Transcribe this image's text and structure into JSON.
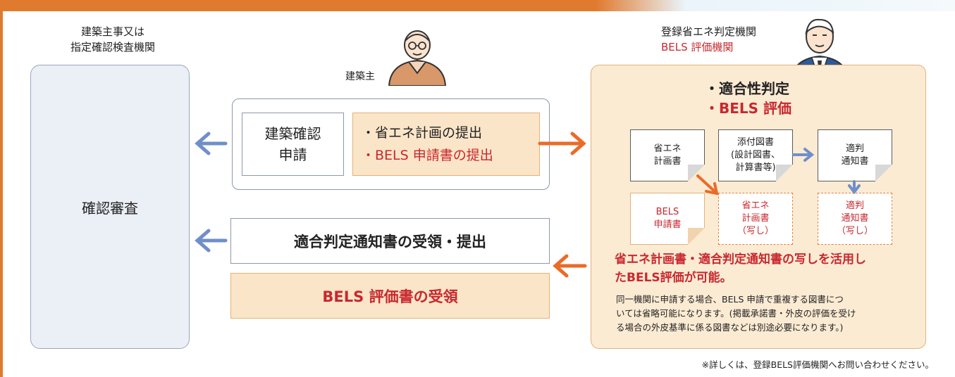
{
  "colors": {
    "orange": "#e07a2e",
    "red": "#c8282f",
    "blue_arrow": "#6f8fc9",
    "orange_arrow": "#ea6b28"
  },
  "left": {
    "heading_line1": "建築主事又は",
    "heading_line2": "指定確認検査機関",
    "box_label": "確認審査"
  },
  "owner": {
    "label": "建築主",
    "avatar_icon": "elderly-man-glasses-icon"
  },
  "middle": {
    "apply_line1": "建築確認",
    "apply_line2": "申請",
    "submit_line1": "・省エネ計画の提出",
    "submit_line2": "・BELS 申請書の提出",
    "receive": "適合判定通知書の受領・提出",
    "bels_receive": "BELS 評価書の受領"
  },
  "right": {
    "heading_line1": "登録省エネ判定機関",
    "heading_line2": "BELS 評価機関",
    "evaluator_icon": "businessman-icon",
    "title_line1": "・適合性判定",
    "title_line2": "・BELS 評価",
    "docs": {
      "energy_plan": [
        "省エネ",
        "計画書"
      ],
      "attached": [
        "添付図書",
        "(設計図書、",
        "計算書等)"
      ],
      "notice": [
        "適判",
        "通知書"
      ],
      "bels_app": [
        "BELS",
        "申請書"
      ],
      "energy_copy": [
        "省エネ",
        "計画書",
        "（写し）"
      ],
      "notice_copy": [
        "適判",
        "通知書",
        "（写し）"
      ]
    },
    "highlight_line1": "省エネ計画書・適合判定通知書の写しを活用し",
    "highlight_line2": "たBELS評価が可能。",
    "note_line1": "同一機関に申請する場合、BELS 申請で重複する図書につ",
    "note_line2": "いては省略可能になります。(掲載承諾書・外皮の評価を受け",
    "note_line3": "る場合の外皮基準に係る図書などは別途必要になります。)"
  },
  "footer_note": "※詳しくは、登録BELS評価機関へお問い合わせください。"
}
